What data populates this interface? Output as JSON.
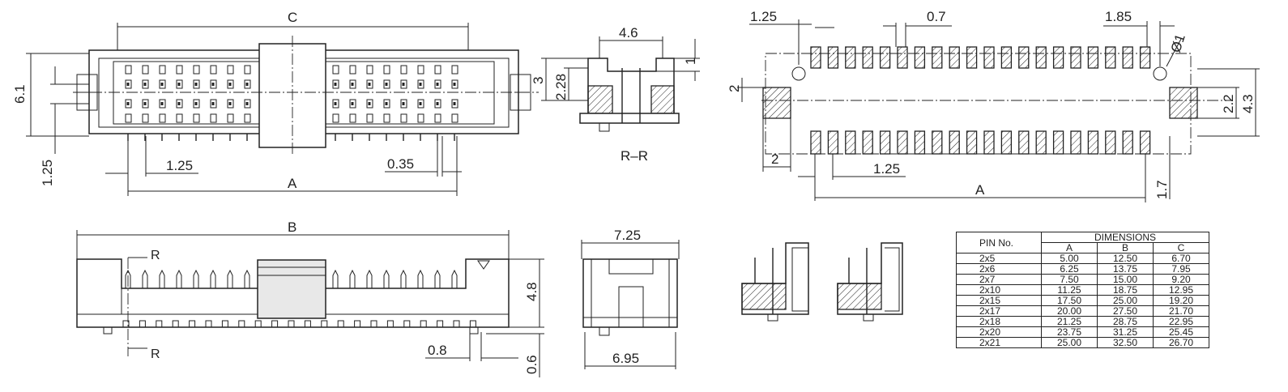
{
  "top_view": {
    "c_label": "C",
    "a_label": "A",
    "dim_6_1": "6.1",
    "dim_1_25_vert": "1.25",
    "dim_1_25": "1.25",
    "dim_0_35": "0.35"
  },
  "section_view": {
    "dim_4_6": "4.6",
    "dim_1": "1",
    "dim_3": "3",
    "dim_2_28": "2.28",
    "caption": "R–R"
  },
  "footprint": {
    "dim_1_25_top": "1.25",
    "dim_0_7": "0.7",
    "dim_1_85": "1.85",
    "dim_dia": "Ø1",
    "dim_2_left": "2",
    "dim_2_2": "2.2",
    "dim_4_3": "4.3",
    "dim_2_bottom": "2",
    "dim_1_25_bottom": "1.25",
    "a_label": "A",
    "dim_1_7": "1.7"
  },
  "side_view": {
    "b_label": "B",
    "r_top": "R",
    "r_bottom": "R",
    "dim_4_8": "4.8",
    "dim_0_8": "0.8",
    "dim_0_6": "0.6"
  },
  "end_view": {
    "dim_7_25": "7.25",
    "dim_6_95": "6.95"
  },
  "table": {
    "pin_header": "PIN No.",
    "dims_header": "DIMENSIONS",
    "columns": [
      "A",
      "B",
      "C"
    ],
    "rows": [
      [
        "2x5",
        "5.00",
        "12.50",
        "6.70"
      ],
      [
        "2x6",
        "6.25",
        "13.75",
        "7.95"
      ],
      [
        "2x7",
        "7.50",
        "15.00",
        "9.20"
      ],
      [
        "2x10",
        "11.25",
        "18.75",
        "12.95"
      ],
      [
        "2x15",
        "17.50",
        "25.00",
        "19.20"
      ],
      [
        "2x17",
        "20.00",
        "27.50",
        "21.70"
      ],
      [
        "2x18",
        "21.25",
        "28.75",
        "22.95"
      ],
      [
        "2x20",
        "23.75",
        "31.25",
        "25.45"
      ],
      [
        "2x21",
        "25.00",
        "32.50",
        "26.70"
      ]
    ]
  }
}
